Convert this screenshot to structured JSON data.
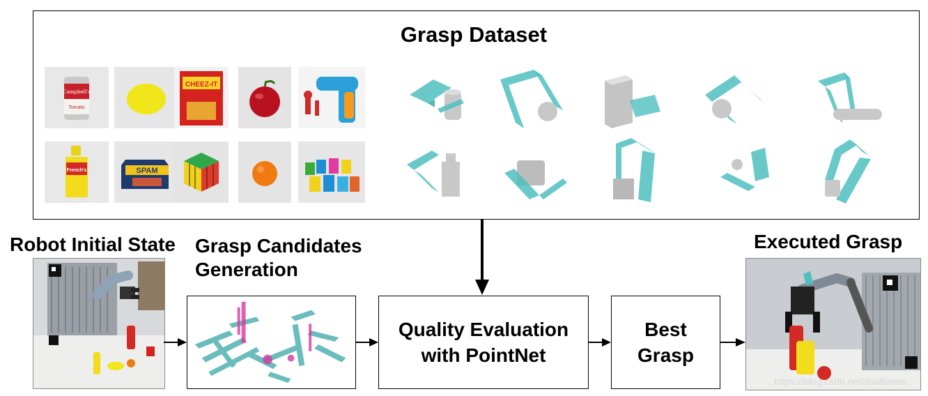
{
  "dataset": {
    "title": "Grasp Dataset",
    "object_thumbnails": [
      {
        "name": "soup-can",
        "label": "Campbell's",
        "sublabel": "Tomato"
      },
      {
        "name": "lemon"
      },
      {
        "name": "cracker-box",
        "label": "CHEEZ-IT"
      },
      {
        "name": "apple"
      },
      {
        "name": "toy-drill"
      },
      {
        "name": "mustard-bottle",
        "label": "French's"
      },
      {
        "name": "spam-can",
        "label": "SPAM"
      },
      {
        "name": "rubiks-cube"
      },
      {
        "name": "orange"
      },
      {
        "name": "stacking-cups"
      }
    ],
    "grasp_renders": [
      "can",
      "ball",
      "box",
      "sphere",
      "bottle-lying",
      "bottle",
      "mug",
      "box-tall",
      "ball-small",
      "cup"
    ]
  },
  "pipeline": {
    "robot_initial_state": "Robot Initial State",
    "grasp_candidates_line1": "Grasp Candidates",
    "grasp_candidates_line2": "Generation",
    "quality_line1": "Quality Evaluation",
    "quality_line2": "with PointNet",
    "best_line1": "Best",
    "best_line2": "Grasp",
    "executed_grasp": "Executed Grasp"
  },
  "watermark": "https://blog.csdn.net/dsoftware",
  "colors": {
    "gripper": "#4fbfbf",
    "object_gray": "#c8c8c8",
    "arrow": "#000000"
  }
}
